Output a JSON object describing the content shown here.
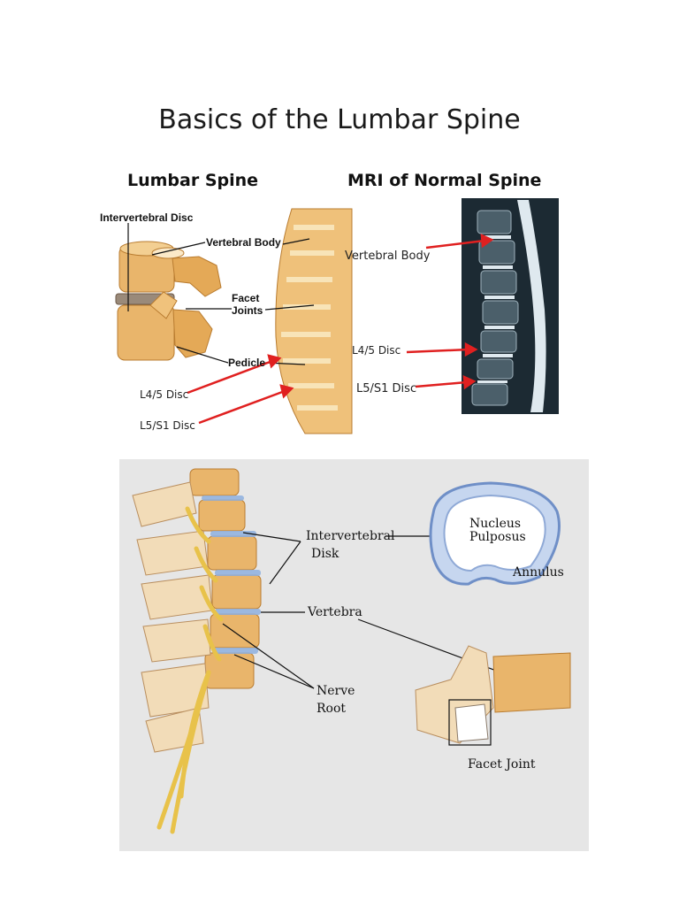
{
  "page": {
    "title": "Basics of the Lumbar Spine"
  },
  "top_left": {
    "heading": "Lumbar Spine",
    "labels": {
      "intervertebral_disc": "Intervertebral Disc",
      "vertebral_body": "Vertebral Body",
      "facet_joints_1": "Facet",
      "facet_joints_2": "Joints",
      "pedicle": "Pedicle",
      "l45": "L4/5 Disc",
      "l5s1": "L5/S1 Disc"
    }
  },
  "top_right": {
    "heading": "MRI of Normal Spine",
    "labels": {
      "vertebral_body": "Vertebral Body",
      "l45": "L4/5 Disc",
      "l5s1": "L5/S1 Disc"
    }
  },
  "bottom": {
    "labels": {
      "intervertebral_1": "Intervertebral",
      "intervertebral_2": "Disk",
      "vertebra": "Vertebra",
      "nerve_1": "Nerve",
      "nerve_2": "Root",
      "nucleus_1": "Nucleus",
      "nucleus_2": "Pulposus",
      "annulus": "Annulus",
      "facet_joint": "Facet Joint"
    }
  },
  "colors": {
    "bone": "#e7b46a",
    "bone_dark": "#c98a3a",
    "disc_blue": "#8fb0e0",
    "arrow_red": "#e02020",
    "panel_bg": "#e6e6e6",
    "mri_bg": "#1c2a33"
  }
}
